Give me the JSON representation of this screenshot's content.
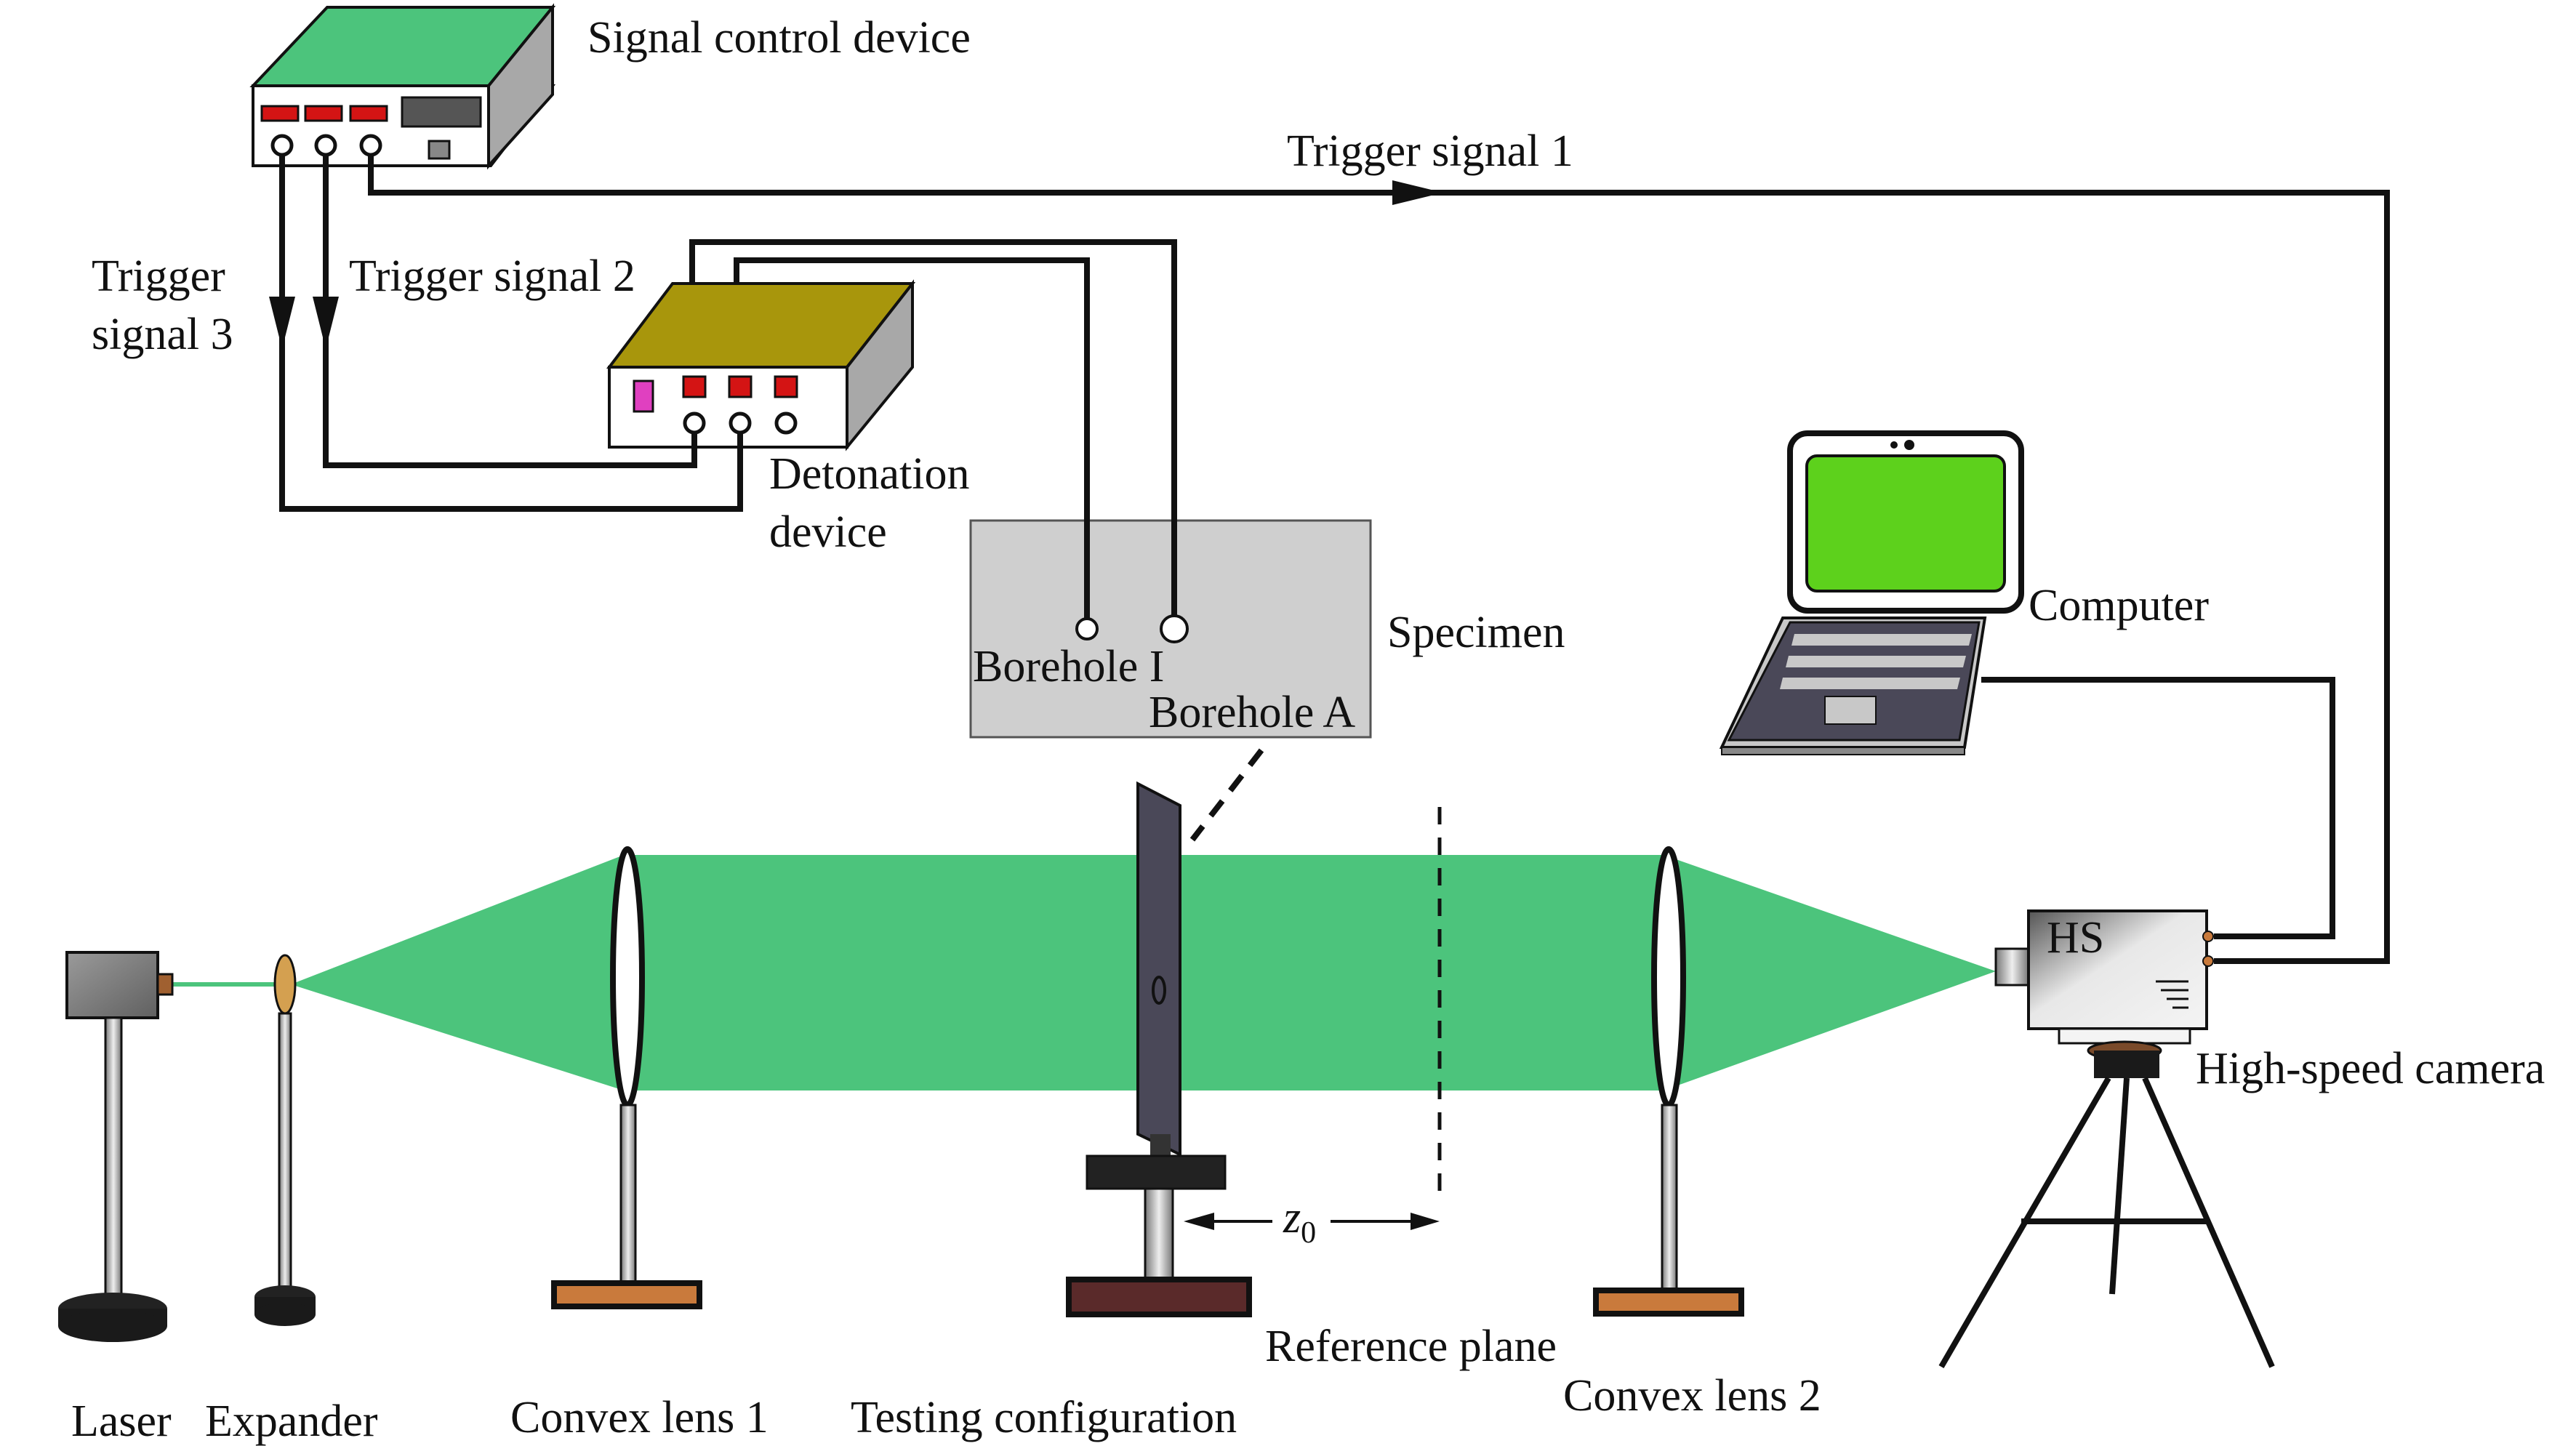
{
  "labels": {
    "signal_control": "Signal control device",
    "trigger_signal_1": "Trigger signal 1",
    "trigger_signal_2": "Trigger signal 2",
    "trigger_signal_3_line1": "Trigger",
    "trigger_signal_3_line2": "signal 3",
    "detonation_line1": "Detonation",
    "detonation_line2": "device",
    "specimen": "Specimen",
    "borehole_i": "Borehole I",
    "borehole_a": "Borehole A",
    "computer": "Computer",
    "hs": "HS",
    "high_speed_camera": "High-speed camera",
    "z0_base": "z",
    "z0_sub": "0",
    "reference_plane": "Reference plane",
    "laser": "Laser",
    "expander": "Expander",
    "convex_lens_1": "Convex lens 1",
    "testing_configuration": "Testing configuration",
    "convex_lens_2": "Convex lens 2"
  },
  "colors": {
    "beam": "#4cc47c",
    "signal_control_top": "#4cc47c",
    "detonation_top": "#a8960c",
    "indicator_red": "#d41414",
    "indicator_magenta": "#e040c0",
    "specimen_fill": "#cfcfcf",
    "screen": "#5dd11c"
  }
}
